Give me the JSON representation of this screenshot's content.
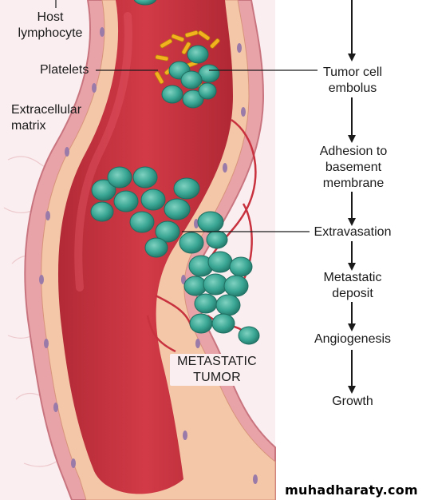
{
  "labels": {
    "host_lymphocyte": "Host\nlymphocyte",
    "platelets": "Platelets",
    "extracellular_matrix": "Extracellular\nmatrix",
    "metastatic_tumor": "METASTATIC\nTUMOR"
  },
  "steps": [
    {
      "id": "tumor-cell-embolus",
      "label": "Tumor cell\nembolus"
    },
    {
      "id": "adhesion",
      "label": "Adhesion to\nbasement\nmembrane"
    },
    {
      "id": "extravasation",
      "label": "Extravasation"
    },
    {
      "id": "metastatic-deposit",
      "label": "Metastatic\ndeposit"
    },
    {
      "id": "angiogenesis",
      "label": "Angiogenesis"
    },
    {
      "id": "growth",
      "label": "Growth"
    }
  ],
  "watermark": "muhadharaty.com",
  "colors": {
    "background": "#fbeef0",
    "vessel_wall": "#e8a3a8",
    "lumen": "#c8323f",
    "endothelium": "#f3c7a8",
    "tumor_cell": "#3aa694",
    "tumor_cell_dark": "#1e6e61",
    "platelet": "#f2b31f",
    "arrow": "#1a1a1a"
  }
}
